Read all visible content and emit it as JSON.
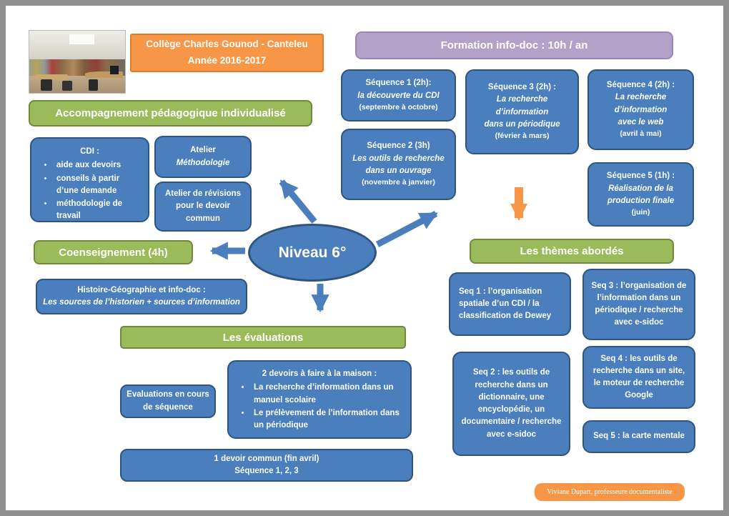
{
  "colors": {
    "box_blue": "#4a7ebd",
    "box_blue_border": "#2e5480",
    "banner_green": "#9abb59",
    "banner_green_border": "#70893d",
    "accent_orange": "#f79646",
    "banner_purple": "#b3a2c7",
    "arrow_blue": "#4a7ebd",
    "arrow_orange": "#f79646",
    "frame_gray": "#8f8f8f"
  },
  "header": {
    "school_line1": "Collège Charles Gounod - Canteleu",
    "school_line2": "Année 2016-2017",
    "formation_title": "Formation info-doc : 10h / an",
    "photo_alt": "cdi-library-photo"
  },
  "accompagnement": {
    "title": "Accompagnement pédagogique individualisé",
    "cdi": {
      "title": "CDI :",
      "bullets": [
        "aide aux devoirs",
        "conseils à partir d’une demande",
        "méthodologie de travail"
      ]
    },
    "atelier_methodo": {
      "line1": "Atelier",
      "line2": "Méthodologie"
    },
    "atelier_revisions": "Atelier de révisions pour le devoir commun"
  },
  "coenseignement": {
    "title": "Coenseignement (4h)",
    "detail_line1": "Histoire-Géographie et info-doc :",
    "detail_line2": "Les sources de l’historien + sources d’information"
  },
  "central": {
    "label": "Niveau 6°"
  },
  "sequences": [
    {
      "title": "Séquence 1 (2h):",
      "lines": [
        "la découverte du CDI"
      ],
      "period": "(septembre à octobre)"
    },
    {
      "title": "Séquence 2 (3h)",
      "lines": [
        "Les outils de recherche",
        "dans un ouvrage"
      ],
      "period": "(novembre à janvier)"
    },
    {
      "title": "Séquence 3 (2h) :",
      "lines": [
        "La recherche",
        "d’information",
        "dans un périodique"
      ],
      "period": "(février à mars)"
    },
    {
      "title": "Séquence 4 (2h) :",
      "lines": [
        "La recherche",
        "d’information",
        "avec le web"
      ],
      "period": "(avril à mai)"
    },
    {
      "title": "Séquence 5 (1h) :",
      "lines": [
        "Réalisation de la",
        "production finale"
      ],
      "period": "(juin)"
    }
  ],
  "themes": {
    "title": "Les thèmes abordés",
    "seq1": "Seq 1 : l’organisation spatiale d’un CDI / la classification  de Dewey",
    "seq2": "Seq 2 : les outils de recherche dans un dictionnaire, une encyclopédie, un documentaire / recherche avec e-sidoc",
    "seq3": "Seq 3 : l’organisation de l’information dans un périodique / recherche avec e-sidoc",
    "seq4": "Seq 4 : les outils de recherche dans un site, le moteur de recherche Google",
    "seq5": "Seq 5 : la carte mentale"
  },
  "evaluations": {
    "title": "Les évaluations",
    "in_course": "Evaluations en cours de séquence",
    "homework_title": "2 devoirs à faire à la maison :",
    "homework_bullets": [
      "La recherche  d’information dans un manuel scolaire",
      "Le prélèvement de l’information dans un périodique"
    ],
    "common_line1": "1 devoir commun (fin avril)",
    "common_line2": "Séquence 1, 2, 3"
  },
  "footer": {
    "credit": "Viviane Dupart, professeure documentaliste"
  }
}
